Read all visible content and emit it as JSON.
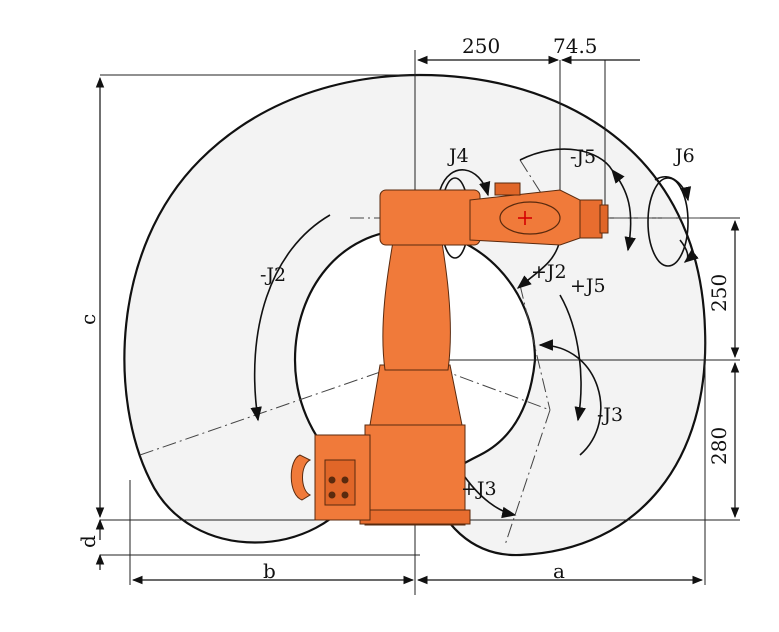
{
  "dimensions": {
    "top_left": "250",
    "top_right": "74.5",
    "right_upper": "250",
    "right_lower": "280",
    "left_c": "c",
    "left_d": "d",
    "bottom_b": "b",
    "bottom_a": "a"
  },
  "joints": {
    "j4": "J4",
    "minus_j5": "-J5",
    "j6": "J6",
    "minus_j2": "-J2",
    "plus_j2": "+J2",
    "plus_j5": "+J5",
    "minus_j3": "-J3",
    "plus_j3": "+J3"
  },
  "colors": {
    "robot": "#f07a3a",
    "robot_dark": "#c95a22",
    "workspace_fill": "#f3f3f3",
    "line": "#111111"
  }
}
